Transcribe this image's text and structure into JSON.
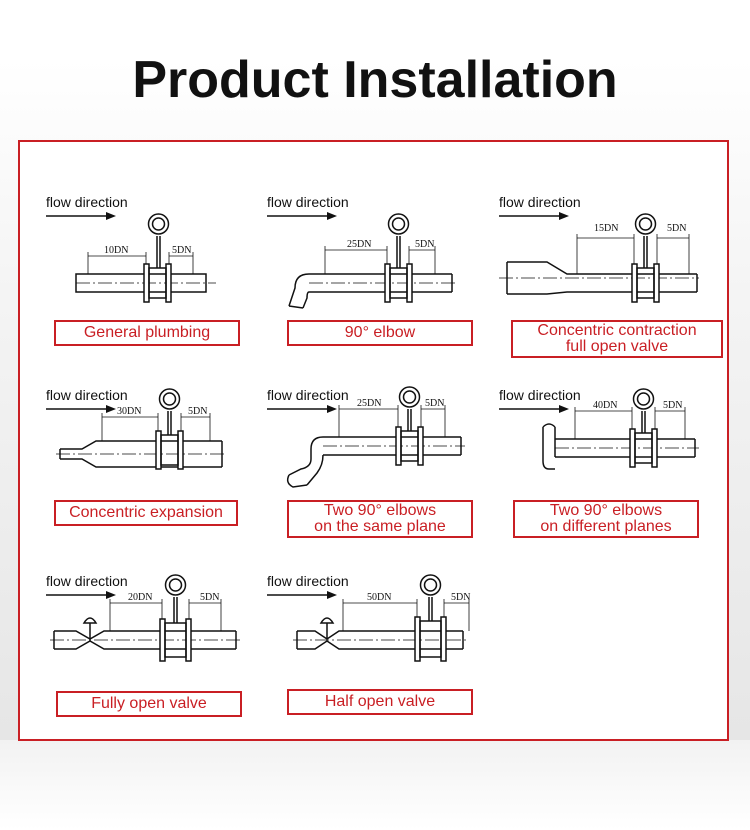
{
  "title": "Product Installation",
  "colors": {
    "accent": "#c91f24",
    "title": "#111111"
  },
  "flow_label": "flow direction",
  "panels": [
    {
      "id": "general",
      "caption": [
        "General plumbing"
      ],
      "upstream": "10DN",
      "downstream": "5DN"
    },
    {
      "id": "elbow",
      "caption": [
        "90° elbow"
      ],
      "upstream": "25DN",
      "downstream": "5DN"
    },
    {
      "id": "contraction",
      "caption": [
        "Concentric contraction",
        "full open valve"
      ],
      "upstream": "15DN",
      "downstream": "5DN"
    },
    {
      "id": "expansion",
      "caption": [
        "Concentric expansion"
      ],
      "upstream": "30DN",
      "downstream": "5DN"
    },
    {
      "id": "two-elbows-same",
      "caption": [
        "Two 90° elbows",
        "on the same plane"
      ],
      "upstream": "25DN",
      "downstream": "5DN"
    },
    {
      "id": "two-elbows-diff",
      "caption": [
        "Two 90° elbows",
        "on different planes"
      ],
      "upstream": "40DN",
      "downstream": "5DN"
    },
    {
      "id": "fully-open",
      "caption": [
        "Fully open valve"
      ],
      "upstream": "20DN",
      "downstream": "5DN"
    },
    {
      "id": "half-open",
      "caption": [
        "Half open valve"
      ],
      "upstream": "50DN",
      "downstream": "5DN"
    }
  ]
}
